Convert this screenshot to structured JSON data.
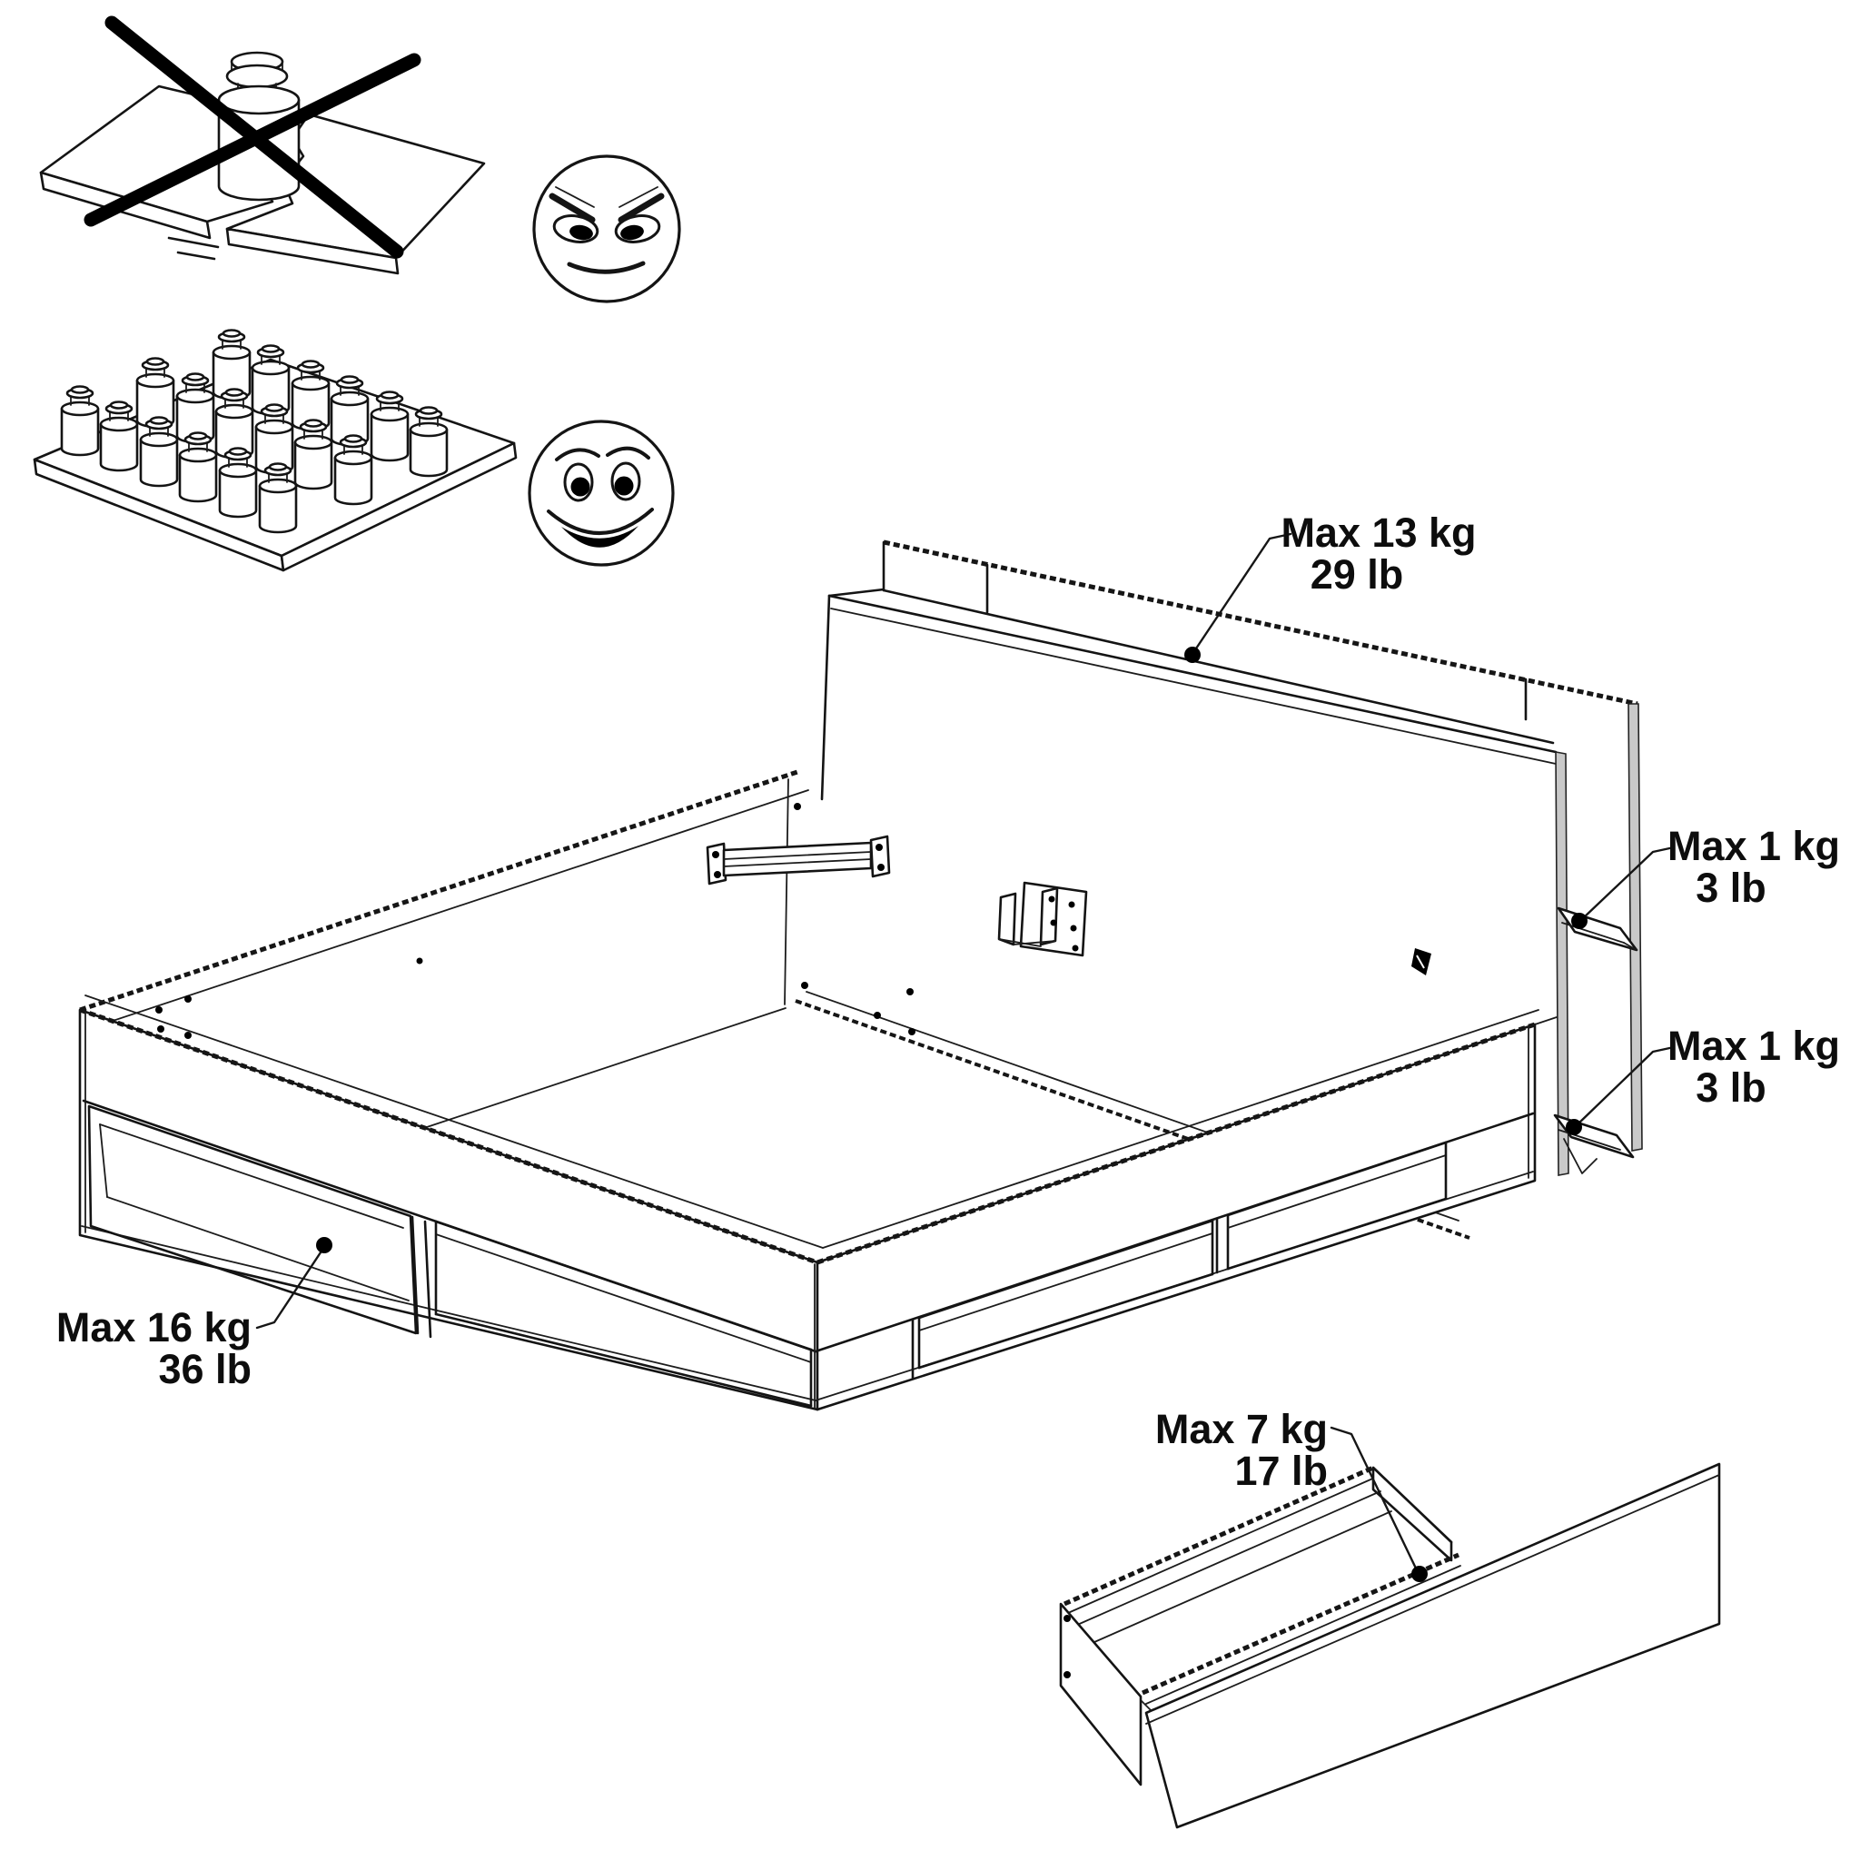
{
  "colors": {
    "background": "#ffffff",
    "line": "#141414",
    "panel_edge_gray": "#c9c9c9",
    "ink": "#000000"
  },
  "icons": {
    "prohibition_cross": "✕",
    "angry_face": "☹",
    "happy_face": "☺",
    "weight": "kettlebell-weight"
  },
  "callouts": {
    "headboard_shelf": {
      "kg": "Max 13 kg",
      "lb": "29 lb"
    },
    "side_shelf_upper": {
      "kg": "Max 1 kg",
      "lb": "3 lb"
    },
    "side_shelf_lower": {
      "kg": "Max 1 kg",
      "lb": "3 lb"
    },
    "open_compartment": {
      "kg": "Max 16 kg",
      "lb": "36 lb"
    },
    "drawer": {
      "kg": "Max 7 kg",
      "lb": "17 lb"
    }
  }
}
